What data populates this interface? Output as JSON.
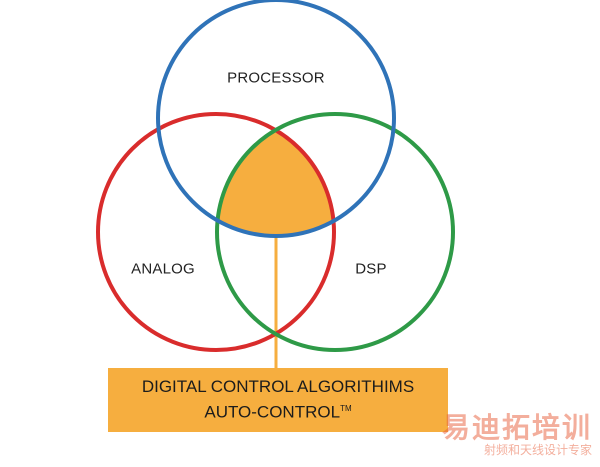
{
  "diagram": {
    "circles": [
      {
        "name": "processor",
        "label": "PROCESSOR",
        "color": "#2f73b8"
      },
      {
        "name": "analog",
        "label": "ANALOG",
        "color": "#d92c2c"
      },
      {
        "name": "dsp",
        "label": "DSP",
        "color": "#2e9a47"
      }
    ],
    "intersection_color": "#f6ae3f",
    "callout": {
      "line1": "DIGITAL CONTROL ALGORITHIMS",
      "line2": "AUTO-CONTROL",
      "trademark": "TM",
      "color": "#f6ae3f"
    }
  },
  "watermark": {
    "main": "易迪拓培训",
    "sub": "射频和天线设计专家",
    "color": "#e8603c"
  }
}
